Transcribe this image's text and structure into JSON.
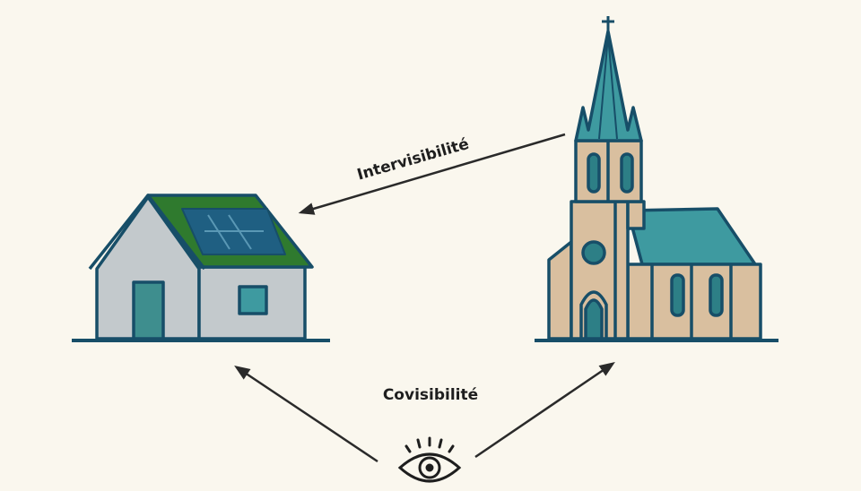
{
  "labels": {
    "intervisibility": "Intervisibilité",
    "covisibility": "Covisibilité"
  },
  "colors": {
    "background": "#faf7ee",
    "outline": "#174e68",
    "wall_gray": "#c3c9cc",
    "roof_green": "#2f7a2e",
    "solar_panel": "#1f5f82",
    "teal": "#3e9aa0",
    "stone": "#d9bf9f",
    "arrow": "#2a2a2a"
  },
  "icons": [
    "house-with-solar-panel",
    "church",
    "eye-icon"
  ]
}
